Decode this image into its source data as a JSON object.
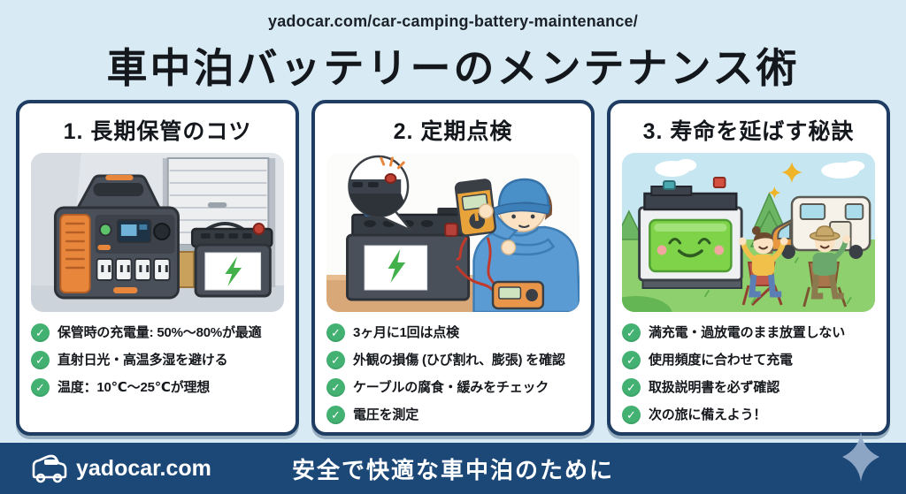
{
  "header": {
    "url": "yadocar.com/car-camping-battery-maintenance/",
    "title": "車中泊バッテリーのメンテナンス術"
  },
  "panels": [
    {
      "title": "1. 長期保管のコツ",
      "illustration_icon": "power-station-and-battery-in-garage-illustration",
      "items": [
        "保管時の充電量: 50%〜80%が最適",
        "直射日光・高温多湿を避ける",
        "温度：10℃〜25℃が理想"
      ]
    },
    {
      "title": "2. 定期点検",
      "illustration_icon": "technician-testing-battery-with-multimeter-illustration",
      "items": [
        "3ヶ月に1回は点検",
        "外観の損傷 (ひび割れ、膨張) を確認",
        "ケーブルの腐食・緩みをチェック",
        "電圧を測定"
      ]
    },
    {
      "title": "3. 寿命を延ばす秘訣",
      "illustration_icon": "happy-battery-campsite-illustration",
      "items": [
        "満充電・過放電のまま放置しない",
        "使用頻度に合わせて充電",
        "取扱説明書を必ず確認",
        "次の旅に備えよう！"
      ]
    }
  ],
  "footer": {
    "brand": "yadocar.com",
    "tagline": "安全で快適な車中泊のために"
  },
  "icons": {
    "check": "check-circle-icon",
    "van": "camper-van-icon",
    "sparkle": "four-point-sparkle-icon"
  },
  "colors": {
    "background": "#d8eaf3",
    "panel_border": "#1f3d62",
    "panel_bg": "#ffffff",
    "check_green": "#42b171",
    "footer_bg": "#1c4878",
    "text": "#14181d",
    "accent_orange": "#e8873c",
    "bolt_green": "#43b14b"
  }
}
